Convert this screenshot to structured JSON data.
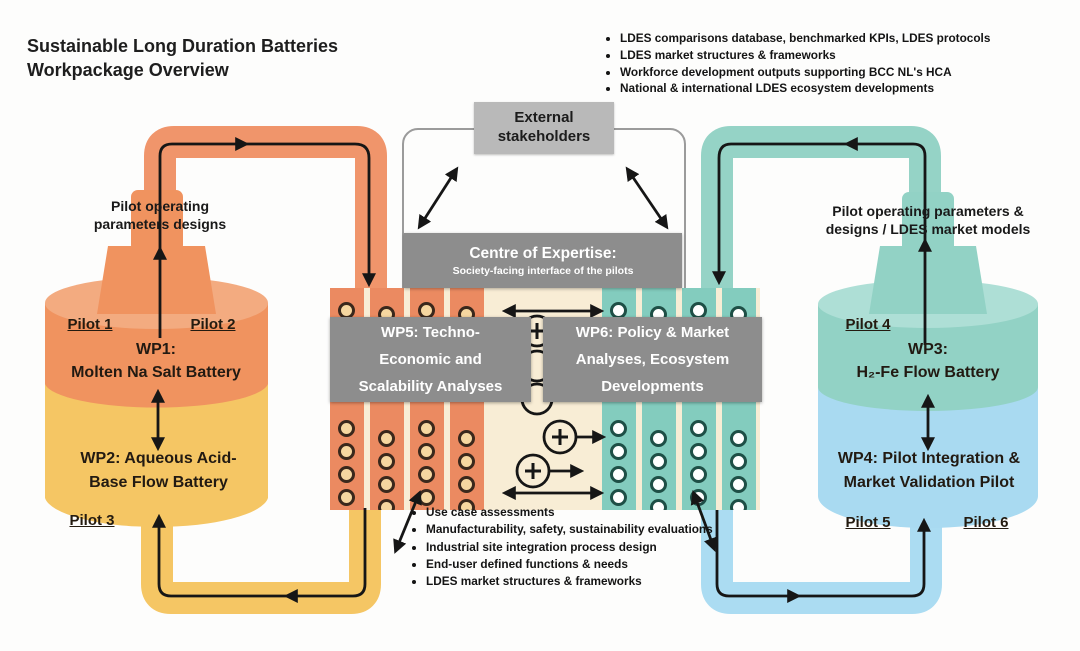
{
  "title": {
    "line1": "Sustainable Long Duration Batteries",
    "line2": "Workpackage Overview"
  },
  "top_right_bullets": [
    "LDES comparisons database, benchmarked KPIs, LDES protocols",
    "LDES market structures & frameworks",
    "Workforce development outputs supporting BCC NL's HCA",
    "National & international LDES ecosystem developments"
  ],
  "external_stakeholders": "External stakeholders",
  "centre_of_expertise": {
    "title": "Centre of Expertise:",
    "subtitle": "Society-facing interface of the pilots"
  },
  "wp5": {
    "lines": [
      "WP5: Techno-",
      "Economic and",
      "Scalability Analyses"
    ]
  },
  "wp6": {
    "lines": [
      "WP6: Policy & Market",
      "Analyses, Ecosystem",
      "Developments"
    ]
  },
  "left": {
    "top_label": [
      "Pilot operating",
      "parameters designs"
    ],
    "pilot1": "Pilot 1",
    "pilot2": "Pilot 2",
    "wp1_title": "WP1:",
    "wp1_name": "Molten Na Salt Battery",
    "wp2_lines": [
      "WP2: Aqueous Acid-",
      "Base Flow Battery"
    ],
    "pilot3": "Pilot 3"
  },
  "right": {
    "top_label": [
      "Pilot operating parameters &",
      "designs / LDES market models"
    ],
    "pilot4": "Pilot 4",
    "wp3_title": "WP3:",
    "wp3_name": "H₂-Fe Flow Battery",
    "wp4_lines": [
      "WP4: Pilot Integration &",
      "Market Validation Pilot"
    ],
    "pilot5": "Pilot 5",
    "pilot6": "Pilot 6"
  },
  "bottom_bullets": [
    "Use case assessments",
    "Manufacturability, safety, sustainability evaluations",
    "Industrial site integration process design",
    "End-user defined functions & needs",
    "LDES market structures & frameworks"
  ],
  "colors": {
    "orange": "#f0935f",
    "orange_light": "#f3ab80",
    "amber": "#f5c664",
    "teal": "#92d2c5",
    "teal_light": "#aedfd6",
    "light_blue": "#a9daf1",
    "gray_box": "#8d8d8d",
    "light_gray_box": "#b9b9b9",
    "cream": "#f8edd5",
    "ink": "#1b1b1b"
  }
}
